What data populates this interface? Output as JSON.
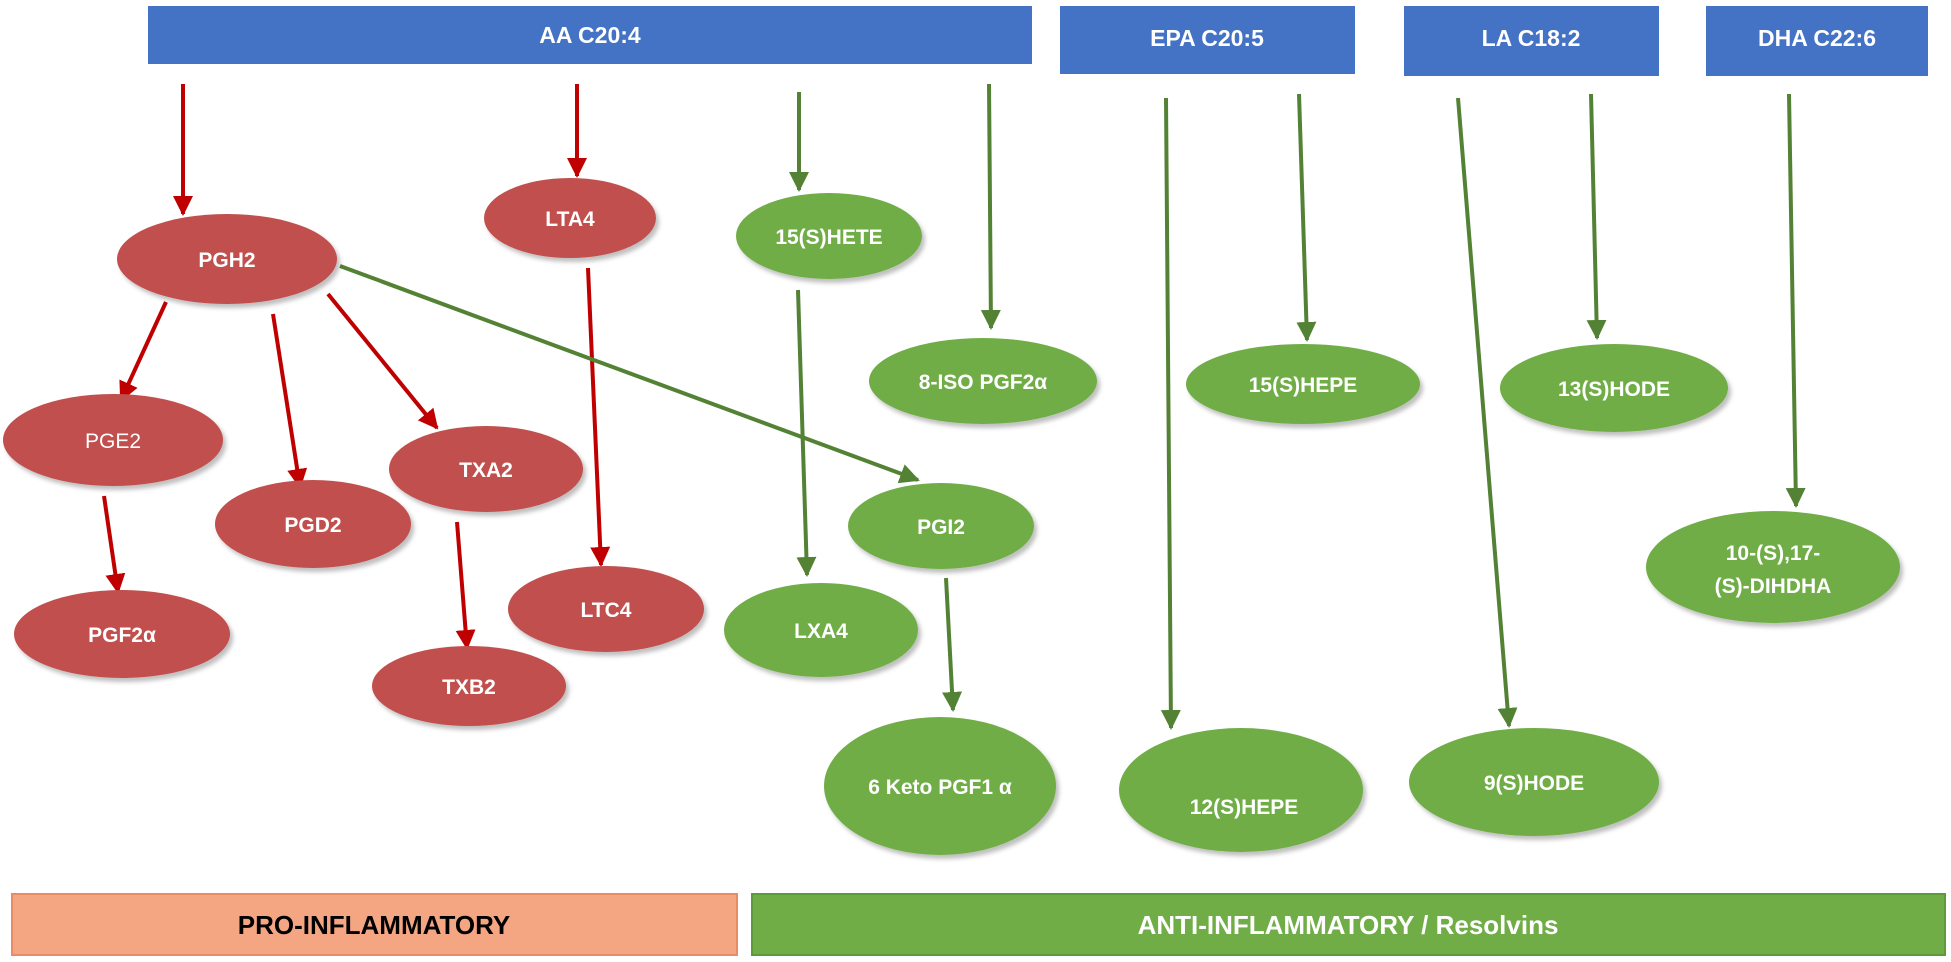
{
  "headers": {
    "aa": "AA C20:4",
    "epa": "EPA C20:5",
    "la": "LA C18:2",
    "dha": "DHA C22:6"
  },
  "nodes": {
    "pgh2": "PGH2",
    "lta4": "LTA4",
    "hete15": "15(S)HETE",
    "iso_pgf2a": "8-ISO PGF2α",
    "hepe15": "15(S)HEPE",
    "hode13": "13(S)HODE",
    "pge2": "PGE2",
    "txa2": "TXA2",
    "pgd2": "PGD2",
    "pgi2": "PGI2",
    "dihdha_line1": "10-(S),17-",
    "dihdha_line2": "(S)-DIHDHA",
    "pgf2a": "PGF2α",
    "ltc4": "LTC4",
    "lxa4": "LXA4",
    "txb2": "TXB2",
    "keto_pgf1a": "6 Keto PGF1 α",
    "hepe12": "12(S)HEPE",
    "hode9": "9(S)HODE"
  },
  "categories": {
    "pro": "PRO-INFLAMMATORY",
    "anti": "ANTI-INFLAMMATORY / Resolvins"
  },
  "colors": {
    "header_blue": "#4472c4",
    "pro_node_red": "#c0504d",
    "anti_node_green": "#70ad47",
    "pro_arrow": "#c00000",
    "anti_arrow": "#548235",
    "pro_box": "#f4a582"
  }
}
